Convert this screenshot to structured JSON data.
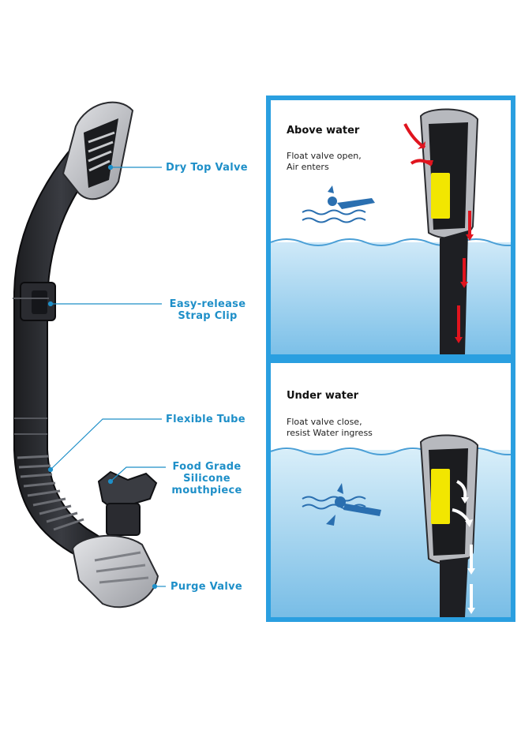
{
  "labels": {
    "dry_top_valve": "Dry Top Valve",
    "strap_clip_line1": "Easy-release",
    "strap_clip_line2": "Strap Clip",
    "flexible_tube": "Flexible Tube",
    "mouthpiece_line1": "Food Grade",
    "mouthpiece_line2": "Silicone",
    "mouthpiece_line3": "mouthpiece",
    "purge_valve": "Purge Valve"
  },
  "panels": {
    "above": {
      "title": "Above water",
      "desc_line1": "Float valve open,",
      "desc_line2": "Air enters"
    },
    "under": {
      "title": "Under water",
      "desc_line1": "Float valve close,",
      "desc_line2": "resist Water ingress"
    }
  },
  "colors": {
    "label_blue": "#1e8fc8",
    "panel_border": "#2a9fe0",
    "float_yellow": "#f2e600",
    "arrow_red": "#e0141e",
    "water_blue": "#9dd3f0"
  }
}
